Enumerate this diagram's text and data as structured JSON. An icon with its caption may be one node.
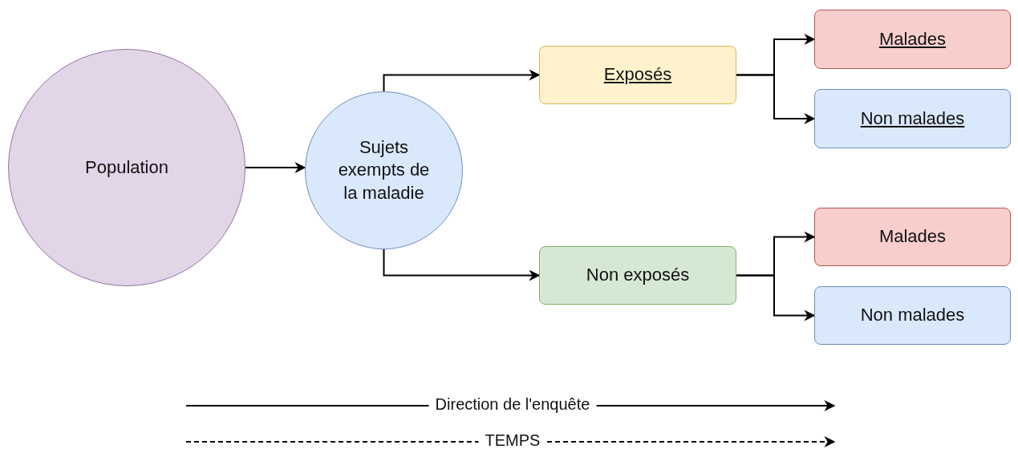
{
  "diagram": {
    "nodes": [
      {
        "text": [
          "Population"
        ]
      },
      {
        "text": [
          "Sujets exempts de la maladie"
        ]
      },
      {
        "text": [
          "Exposés"
        ]
      },
      {
        "text": [
          "Malades"
        ]
      },
      {
        "text": [
          "Non malades"
        ]
      },
      {
        "text": [
          "Non exposés"
        ]
      },
      {
        "text": [
          "Malades"
        ]
      },
      {
        "text": [
          "Non malades"
        ]
      }
    ],
    "edges": [
      {
        "from": 0,
        "to": 1,
        "arrow": "to"
      },
      {
        "from": 1,
        "to": 2,
        "arrow": "to"
      },
      {
        "from": 1,
        "to": 5,
        "arrow": "to"
      },
      {
        "from": 2,
        "to": 3,
        "arrow": "to"
      },
      {
        "from": 2,
        "to": 4,
        "arrow": "to"
      },
      {
        "from": 5,
        "to": 6,
        "arrow": "to"
      },
      {
        "from": 5,
        "to": 7,
        "arrow": "to"
      }
    ],
    "labels": [
      "Direction de l'enquête",
      "TEMPS"
    ]
  }
}
